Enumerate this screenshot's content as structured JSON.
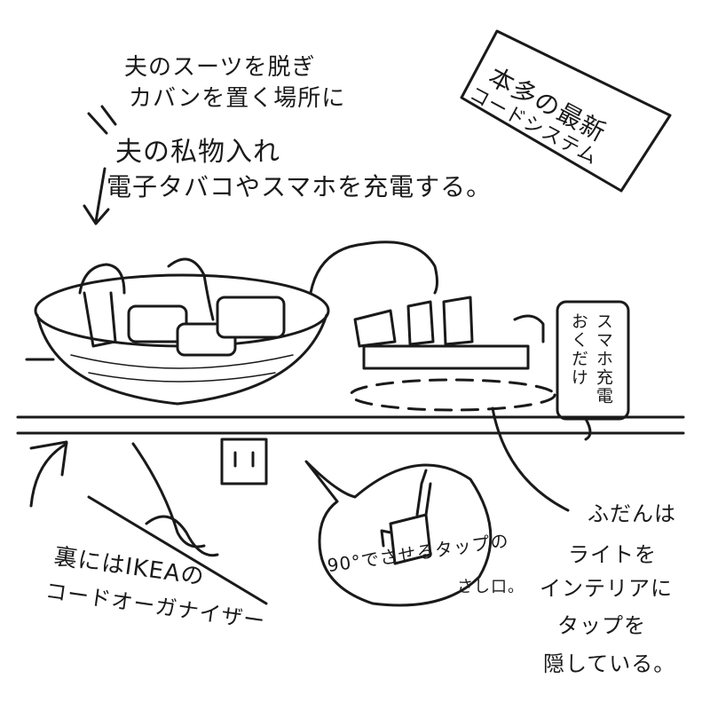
{
  "caption_top": {
    "line1": "夫のスーツを脱ぎ",
    "line2": "カバンを置く場所に"
  },
  "caption_middle": {
    "line1": "夫の私物入れ",
    "line2": "電子タバコやスマホを充電する。"
  },
  "title_box": {
    "line1": "本多の最新",
    "line2": "コードシステム"
  },
  "charger_label": {
    "line1": "スマホ充電",
    "line2": "おくだけ"
  },
  "note_light": [
    "ふだんは",
    "ライトを",
    "インテリアに",
    "タップを",
    "隠している。"
  ],
  "bubble": {
    "line1": "90°でさせるタップの",
    "line2": "さし口。"
  },
  "note_ikea": {
    "line1": "裏にはIKEAの",
    "line2": "コードオーガナイザー"
  }
}
